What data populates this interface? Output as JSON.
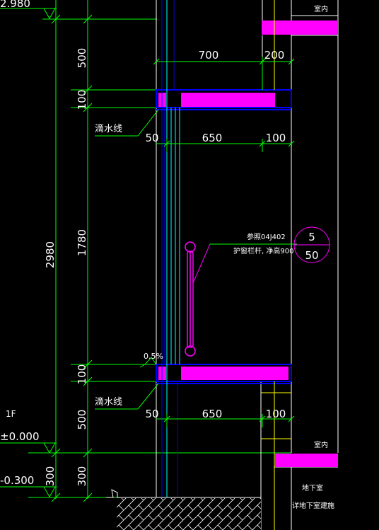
{
  "colors": {
    "background": "#000000",
    "dimension": "#00ff00",
    "wall": "#ffffff",
    "slab_fill": "#ff00ff",
    "window_frame": "#00ffff",
    "glazing": "#0000ff",
    "text": "#ffffff",
    "leader": "#00ff00",
    "callout": "#ff00ff",
    "accent": "#ffff00"
  },
  "labels": {
    "elev_top": "2.980",
    "elev_zero": "±0.000",
    "elev_neg": "-0.300",
    "floor": "1F",
    "room_indoor_top": "室内",
    "room_indoor_bottom": "室内",
    "basement": "地下室",
    "basement_note": "详地下室建施",
    "drip_top": "滴水线",
    "drip_bottom": "滴水线",
    "slope": "0.5%",
    "ref_code": "参照04J402",
    "rail_note": "护窗栏杆, 净高900",
    "detail_num": "5",
    "detail_sheet": "50"
  },
  "dims": {
    "overall_height": "2980",
    "upper_500": "500",
    "upper_100": "100",
    "mid_1780": "1780",
    "lower_100": "100",
    "lower_500": "500",
    "base_300_a": "300",
    "base_300_b": "300",
    "top_700": "700",
    "top_200": "200",
    "mid_50": "50",
    "mid_650": "650",
    "mid_100": "100",
    "bot_50": "50",
    "bot_650": "650",
    "bot_100": "100"
  }
}
